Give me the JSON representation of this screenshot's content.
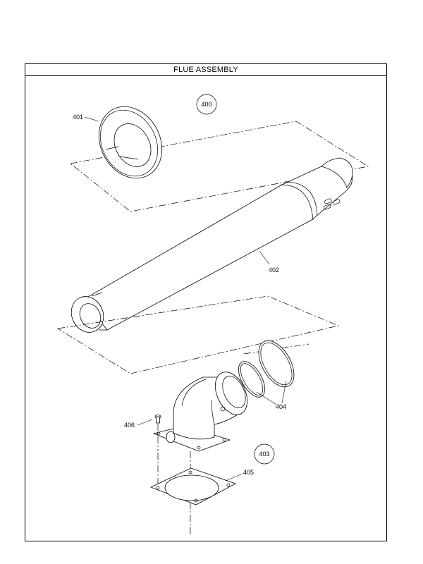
{
  "title": "FLUE ASSEMBLY",
  "callouts": {
    "assembly": "400",
    "trim_ring": "401",
    "flue_pipe": "402",
    "elbow": "403",
    "gaskets": "404",
    "gasket_plate": "405",
    "screw": "406"
  }
}
